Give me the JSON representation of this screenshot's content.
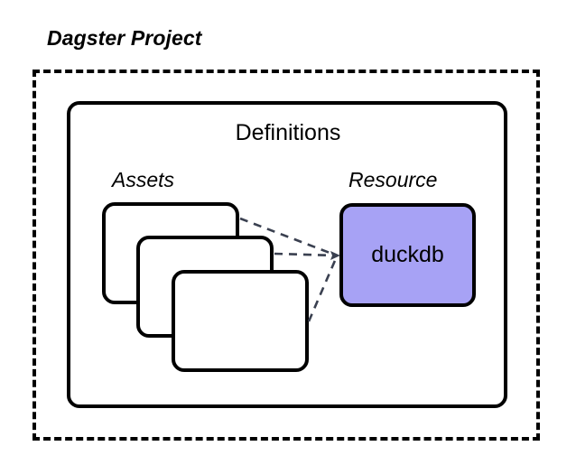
{
  "diagram": {
    "title": "Dagster Project",
    "container": {
      "label": "Definitions"
    },
    "groups": [
      {
        "name": "assets-group",
        "label": "Assets"
      },
      {
        "name": "resource-group",
        "label": "Resource"
      }
    ],
    "assets": [
      {
        "id": "asset-card-1",
        "label": ""
      },
      {
        "id": "asset-card-2",
        "label": ""
      },
      {
        "id": "asset-card-3",
        "label": ""
      }
    ],
    "resource": {
      "label": "duckdb",
      "fill_color": "#A7A2F5",
      "stroke_color": "#000000"
    },
    "edges": [
      {
        "from": "asset-card-1",
        "to": "resource",
        "style": "dashed"
      },
      {
        "from": "asset-card-2",
        "to": "resource",
        "style": "dashed"
      },
      {
        "from": "asset-card-3",
        "to": "resource",
        "style": "dashed"
      }
    ],
    "colors": {
      "background": "#FFFFFF",
      "stroke": "#000000",
      "card_fill": "#FFFFFF",
      "resource_fill": "#A7A2F5",
      "edge": "#3A4050"
    },
    "boundary_style": "dashed"
  }
}
